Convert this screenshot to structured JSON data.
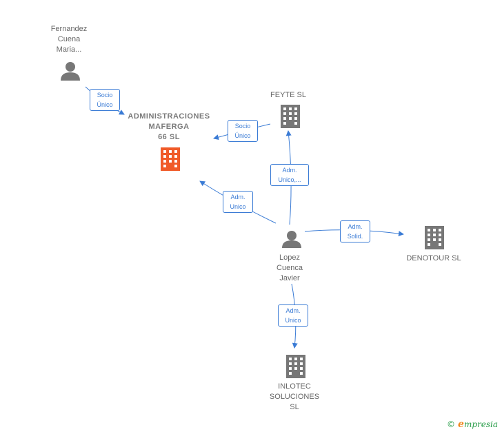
{
  "colors": {
    "edge": "#3a7bd5",
    "person": "#777777",
    "company": "#777777",
    "company_main": "#f05a28",
    "brand_green": "#2a9d4a",
    "brand_orange": "#f08a24"
  },
  "nodes": {
    "fernandez": {
      "label": "Fernandez\nCuena\nMaria...",
      "icon": "person-icon"
    },
    "administraciones": {
      "label": "ADMINISTRACIONES\nMAFERGA\n66  SL",
      "icon": "building-icon"
    },
    "feyte": {
      "label": "FEYTE SL",
      "icon": "building-icon"
    },
    "lopez": {
      "label": "Lopez\nCuenca\nJavier",
      "icon": "person-icon"
    },
    "denotour": {
      "label": "DENOTOUR  SL",
      "icon": "building-icon"
    },
    "inlotec": {
      "label": "INLOTEC\nSOLUCIONES\nSL",
      "icon": "building-icon"
    }
  },
  "edges": {
    "fernandez_admin": "Socio\nÚnico",
    "feyte_admin": "Socio\nÚnico",
    "lopez_admin": "Adm.\nUnico",
    "lopez_feyte": "Adm.\nUnico,...",
    "lopez_denotour": "Adm.\nSolid.",
    "lopez_inlotec": "Adm.\nUnico"
  },
  "footer": {
    "copyright": "©",
    "brand_initial": "e",
    "brand_rest": "mpresia"
  }
}
